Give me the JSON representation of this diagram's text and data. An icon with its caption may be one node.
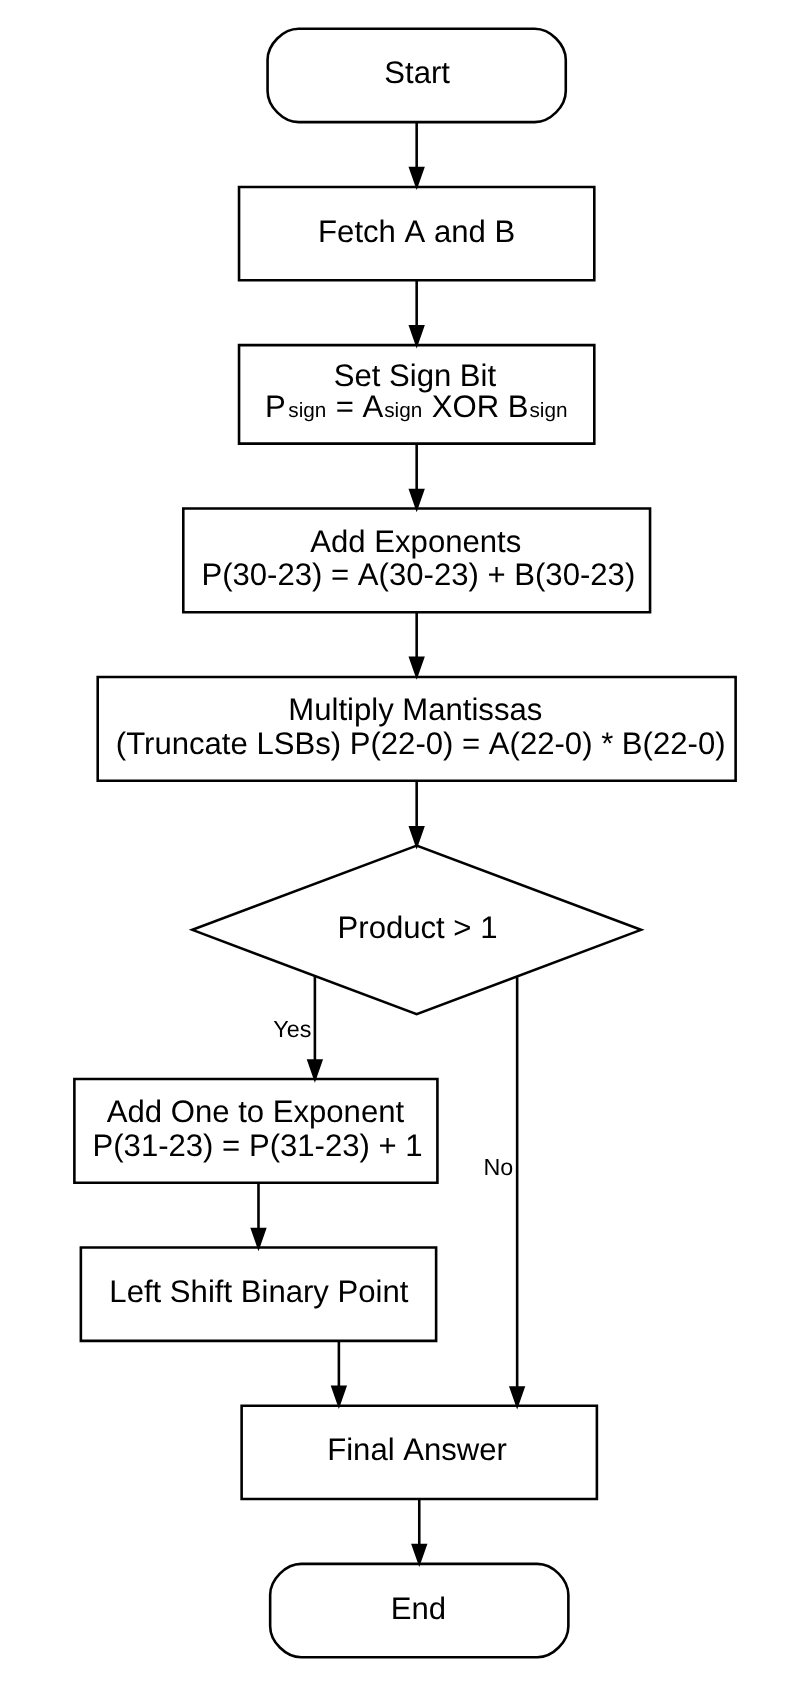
{
  "diagram": {
    "nodes": [
      {
        "text": [
          "Start"
        ]
      },
      {
        "text": [
          "Fetch A and B"
        ]
      },
      {
        "text": [
          "Set Sign Bit",
          "P$_{sign}$ = A$_{sign}$ XOR B$_{sign}$"
        ]
      },
      {
        "text": [
          "Add Exponents",
          "P(30-23) = A(30-23) + B(30-23)"
        ]
      },
      {
        "text": [
          "Multiply Mantissas",
          "(Truncate LSBs) P(22-0) = A(22-0) * B(22-0)"
        ]
      },
      {
        "text": [
          "Product > 1"
        ]
      },
      {
        "text": [
          "Add One to Exponent",
          "P(31-23) = P(31-23) + 1"
        ]
      },
      {
        "text": [
          "Left Shift Binary Point"
        ]
      },
      {
        "text": [
          "Final Answer"
        ]
      },
      {
        "text": [
          "End"
        ]
      }
    ],
    "edges": [
      {
        "from": 0,
        "to": 1,
        "arrow": "to"
      },
      {
        "from": 1,
        "to": 2,
        "arrow": "to"
      },
      {
        "from": 2,
        "to": 3,
        "arrow": "to"
      },
      {
        "from": 3,
        "to": 4,
        "arrow": "to"
      },
      {
        "from": 4,
        "to": 5,
        "arrow": "to"
      },
      {
        "from": 5,
        "to": 6,
        "label": "Yes",
        "arrow": "to"
      },
      {
        "from": 6,
        "to": 7,
        "arrow": "to"
      },
      {
        "from": 7,
        "to": 8,
        "arrow": "to"
      },
      {
        "from": 5,
        "to": 8,
        "label": "No",
        "arrow": "to"
      },
      {
        "from": 8,
        "to": 9,
        "arrow": "to"
      }
    ]
  }
}
